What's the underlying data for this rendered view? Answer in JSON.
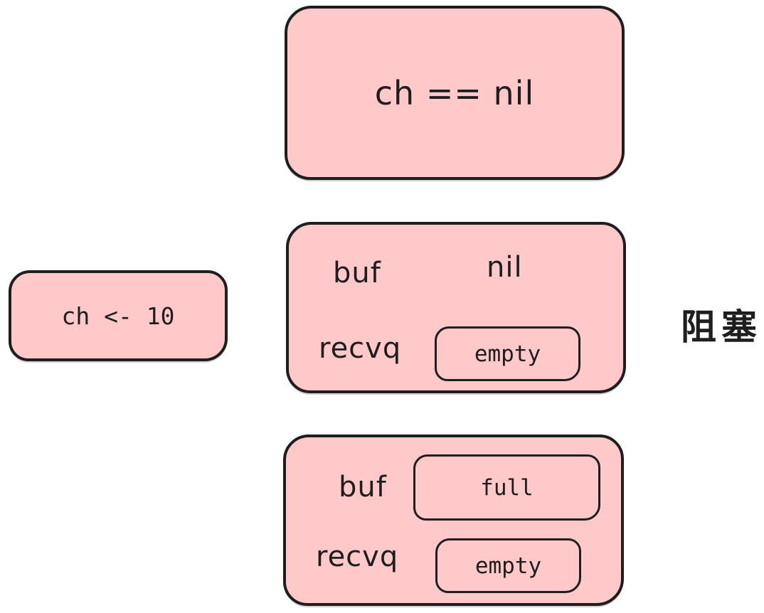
{
  "diagram": {
    "nil_check_label": "ch == nil",
    "send_label": "ch <- 10",
    "nil_channel": {
      "buf_label": "buf",
      "buf_value": "nil",
      "recvq_label": "recvq",
      "recvq_value": "empty"
    },
    "full_channel": {
      "buf_label": "buf",
      "buf_value": "full",
      "recvq_label": "recvq",
      "recvq_value": "empty"
    },
    "blocked_label": "阻塞",
    "colors": {
      "canvas-bg": "#ffffff",
      "box-fill": "#ffc9c9",
      "stroke": "#1e1e1e"
    }
  }
}
